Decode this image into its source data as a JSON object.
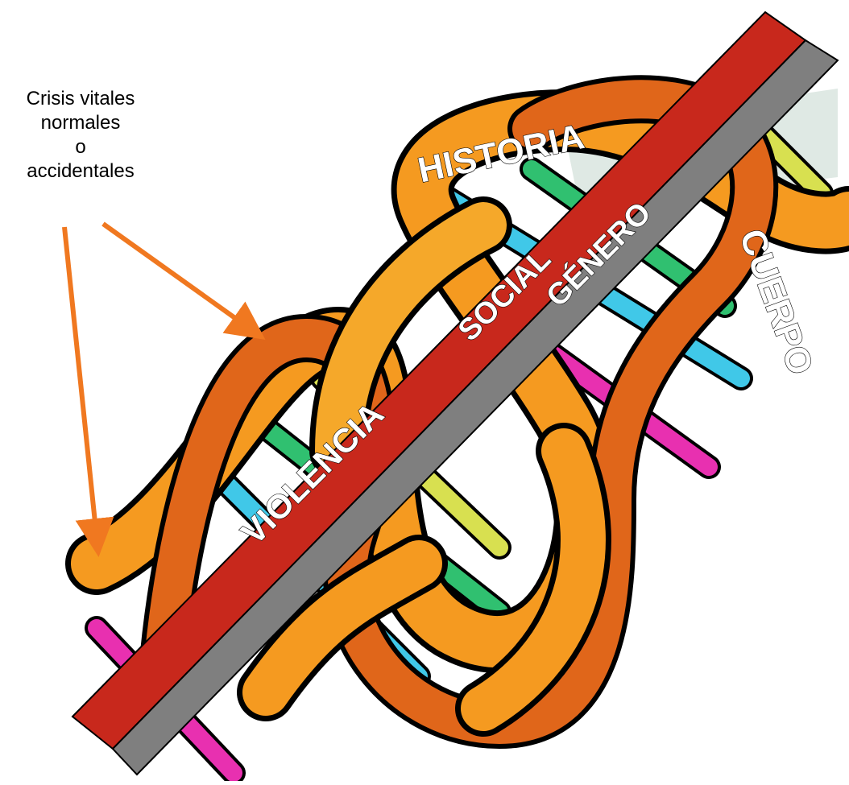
{
  "caption": {
    "lines": [
      "Crisis vitales",
      "normales",
      "o",
      "accidentales"
    ]
  },
  "labels": {
    "historia": "HISTORIA",
    "cuerpo": "CUERPO",
    "social": "SOCIAL",
    "genero": "GÉNERO",
    "violencia": "VIOLENCIA"
  },
  "colors": {
    "arrow": "#f07820",
    "ribbon": "#f59a20",
    "ribbon_dark": "#e0661a",
    "rod_red": "#c8281c",
    "rod_gray": "#7f7f7f",
    "rung_cyan": "#40c8e8",
    "rung_green": "#30c070",
    "rung_magenta": "#e830b0",
    "rung_yellow": "#d8e050"
  }
}
